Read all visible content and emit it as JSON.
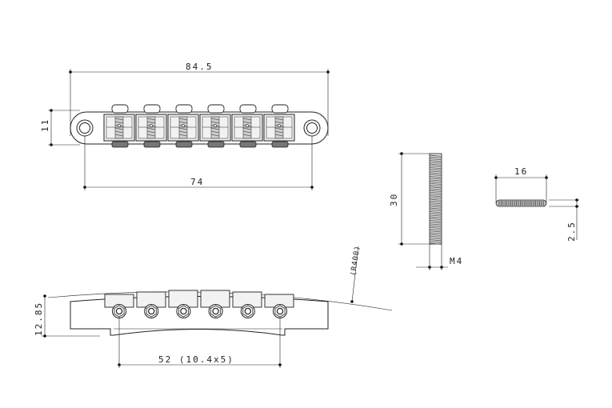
{
  "dimensions": {
    "overall_length": "84.5",
    "stud_spacing": "74",
    "height_top": "11",
    "saddle_span": "52 (10.4x5)",
    "side_height": "12.85",
    "radius": "(R400)",
    "screw_length": "30",
    "screw_thread": "M4",
    "wheel_diameter": "16",
    "wheel_thickness": "2.5"
  },
  "colors": {
    "line": "#222222",
    "body_fill": "#ffffff",
    "saddle_fill": "#f2f2f2",
    "thread_fill": "#555555"
  },
  "saddle_count": 6
}
